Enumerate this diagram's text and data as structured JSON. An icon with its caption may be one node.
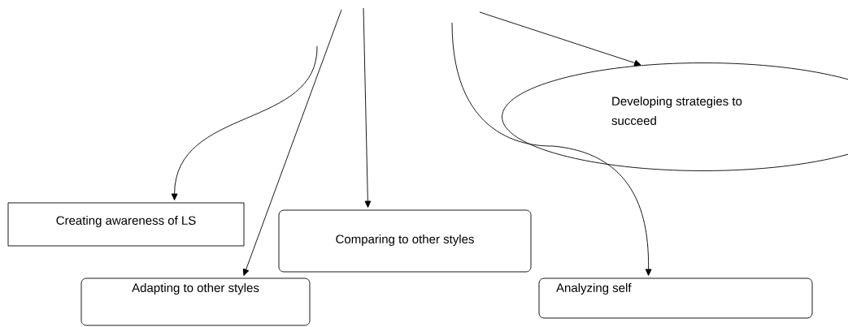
{
  "diagram": {
    "nodes": [
      {
        "text": [
          "Developing strategies to succeed"
        ]
      },
      {
        "text": [
          "Creating awareness of LS"
        ]
      },
      {
        "text": [
          "Comparing to other styles"
        ]
      },
      {
        "text": [
          "Adapting to other styles"
        ]
      },
      {
        "text": [
          "Analyzing self"
        ]
      }
    ],
    "edges": [
      {
        "from": null,
        "to": 1,
        "arrow": "to"
      },
      {
        "from": null,
        "to": 3,
        "arrow": "to"
      },
      {
        "from": null,
        "to": 2,
        "arrow": "to"
      },
      {
        "from": null,
        "to": 0,
        "arrow": "to"
      },
      {
        "from": null,
        "to": 4,
        "arrow": "to"
      }
    ]
  }
}
